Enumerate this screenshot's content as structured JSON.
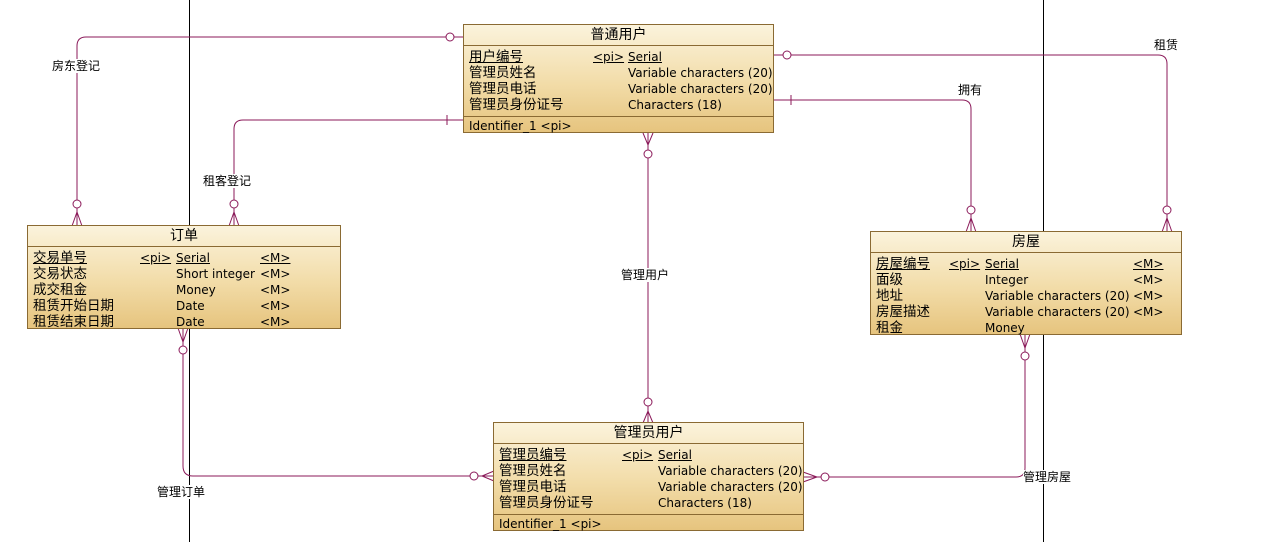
{
  "entities": {
    "user": {
      "title": "普通用户",
      "attrs": [
        {
          "name": "用户编号",
          "pi": "<pi>",
          "type": "Serial",
          "m": ""
        },
        {
          "name": "管理员姓名",
          "pi": "",
          "type": "Variable characters (20)",
          "m": ""
        },
        {
          "name": "管理员电话",
          "pi": "",
          "type": "Variable characters (20)",
          "m": ""
        },
        {
          "name": "管理员身份证号",
          "pi": "",
          "type": "Characters (18)",
          "m": ""
        }
      ],
      "identifier": "Identifier_1   <pi>"
    },
    "order": {
      "title": "订单",
      "attrs": [
        {
          "name": "交易单号",
          "pi": "<pi>",
          "type": "Serial",
          "m": "<M>"
        },
        {
          "name": "交易状态",
          "pi": "",
          "type": "Short integer",
          "m": "<M>"
        },
        {
          "name": "成交租金",
          "pi": "",
          "type": "Money",
          "m": "<M>"
        },
        {
          "name": "租赁开始日期",
          "pi": "",
          "type": "Date",
          "m": "<M>"
        },
        {
          "name": "租赁结束日期",
          "pi": "",
          "type": "Date",
          "m": "<M>"
        }
      ]
    },
    "house": {
      "title": "房屋",
      "attrs": [
        {
          "name": "房屋编号",
          "pi": "<pi>",
          "type": "Serial",
          "m": "<M>"
        },
        {
          "name": "面级",
          "pi": "",
          "type": "Integer",
          "m": "<M>"
        },
        {
          "name": "地址",
          "pi": "",
          "type": "Variable characters (20)",
          "m": "<M>"
        },
        {
          "name": "房屋描述",
          "pi": "",
          "type": "Variable characters (20)",
          "m": "<M>"
        },
        {
          "name": "租金",
          "pi": "",
          "type": "Money",
          "m": ""
        }
      ]
    },
    "admin": {
      "title": "管理员用户",
      "attrs": [
        {
          "name": "管理员编号",
          "pi": "<pi>",
          "type": "Serial",
          "m": ""
        },
        {
          "name": "管理员姓名",
          "pi": "",
          "type": "Variable characters (20)",
          "m": ""
        },
        {
          "name": "管理员电话",
          "pi": "",
          "type": "Variable characters (20)",
          "m": ""
        },
        {
          "name": "管理员身份证号",
          "pi": "",
          "type": "Characters (18)",
          "m": ""
        }
      ],
      "identifier": "Identifier_1   <pi>"
    }
  },
  "relationships": {
    "landlord_register": "房东登记",
    "tenant_register": "租客登记",
    "lease": "租赁",
    "own": "拥有",
    "manage_user": "管理用户",
    "manage_order": "管理订单",
    "manage_house": "管理房屋"
  },
  "colors": {
    "line": "#8b1a5a",
    "entity_border": "#8a6a33",
    "entity_top": "#fbf3dc",
    "entity_bottom": "#e6c47e"
  }
}
